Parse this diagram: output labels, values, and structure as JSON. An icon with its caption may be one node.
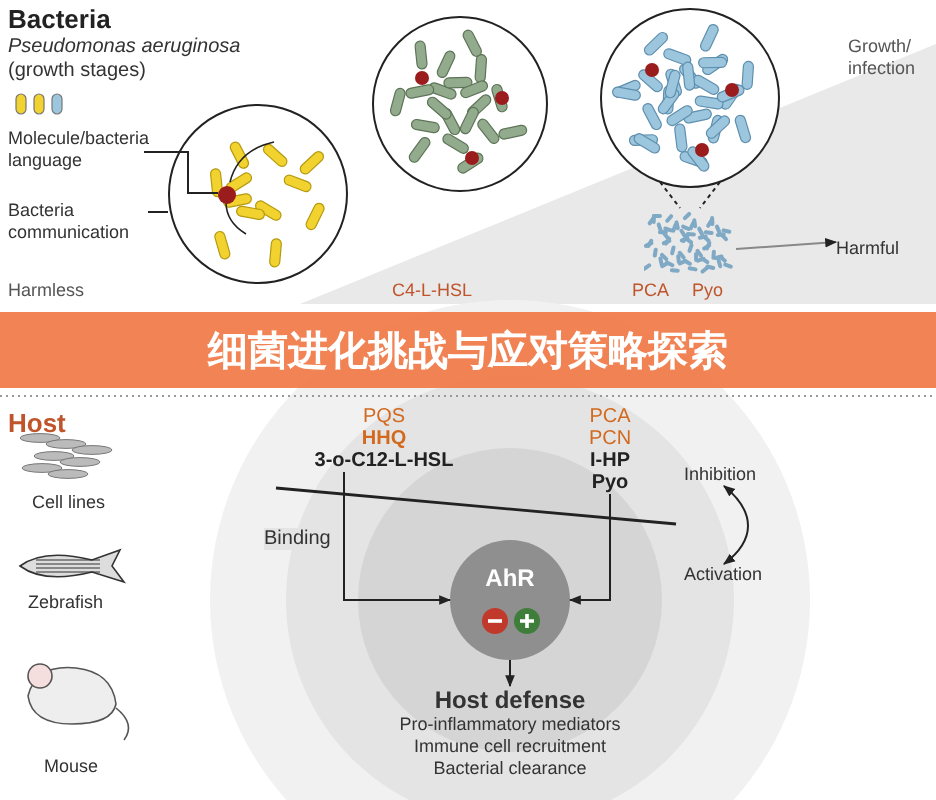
{
  "diagram": {
    "title": "细菌进化挑战与应对策略探索",
    "nodes": [
      {
        "text": [
          "Molecule/bacteria language"
        ]
      },
      {
        "text": [
          "Bacteria communication"
        ]
      },
      {
        "text": [],
        "shape": "picture"
      },
      {
        "text": [],
        "shape": "circle",
        "in": 2
      },
      {
        "text": [],
        "shape": "picture"
      },
      {
        "text": [],
        "shape": "picture"
      },
      {
        "text": [],
        "shape": "picture",
        "beside": [
          "PCA",
          "Pyo"
        ]
      },
      {
        "text": [
          "Harmful"
        ]
      },
      {
        "text": [
          "PQS",
          "HHQ",
          "3-o-C12-L-HSL"
        ]
      },
      {
        "text": [
          "PCA",
          "PCN",
          "I-HP",
          "Pyo"
        ]
      },
      {
        "text": [
          "AhR"
        ]
      },
      {
        "text": [
          "Host defense",
          "Pro-inflammatory mediators Immune cell recruitment Bacterial clearance"
        ]
      },
      {
        "text": [
          "Inhibition"
        ]
      },
      {
        "text": [
          "Activation"
        ]
      }
    ],
    "edges": [
      {
        "from": 0,
        "to": 3,
        "arrow": "none"
      },
      {
        "from": 1,
        "to": 2,
        "arrow": "none"
      },
      {
        "from": 6,
        "to": 7,
        "arrow": "to",
        "color": "#888888"
      },
      {
        "from": 8,
        "to": 10,
        "label": "Binding",
        "arrow": "to"
      },
      {
        "from": 9,
        "to": 10,
        "arrow": "to"
      },
      {
        "from": 10,
        "to": 11,
        "arrow": "to"
      },
      {
        "from": 12,
        "to": 13,
        "arrow": "both"
      },
      {
        "from": 5,
        "to": 6,
        "arrow": "none",
        "style": "dashed"
      }
    ],
    "labels": [
      "Bacteria",
      "*Pseudomonas aeruginosa* (growth stages)",
      "Growth/ infection",
      "Harmless",
      "C4-L-HSL",
      "Host",
      "Cell lines",
      "Zebrafish",
      "Mouse"
    ]
  }
}
